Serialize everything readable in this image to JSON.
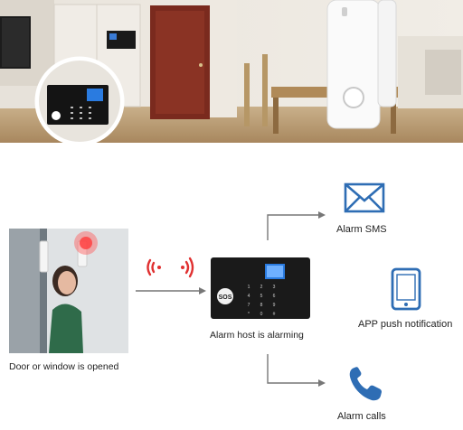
{
  "flow": {
    "door_label": "Door or window is opened",
    "host_label": "Alarm host is alarming",
    "sms_label": "Alarm SMS",
    "push_label": "APP push notification",
    "call_label": "Alarm calls"
  },
  "panel": {
    "sos_label": "SOS",
    "keys": [
      "1",
      "2",
      "3",
      "4",
      "5",
      "6",
      "7",
      "8",
      "9",
      "*",
      "0",
      "#"
    ]
  },
  "icons": {
    "sms": "envelope-icon",
    "push": "smartphone-icon",
    "call": "phone-icon",
    "signal": "wireless-signal-icon"
  },
  "colors": {
    "accent_blue": "#2E6DB4",
    "signal_red": "#E03030",
    "arrow_gray": "#777777",
    "panel_black": "#1a1a1a"
  }
}
